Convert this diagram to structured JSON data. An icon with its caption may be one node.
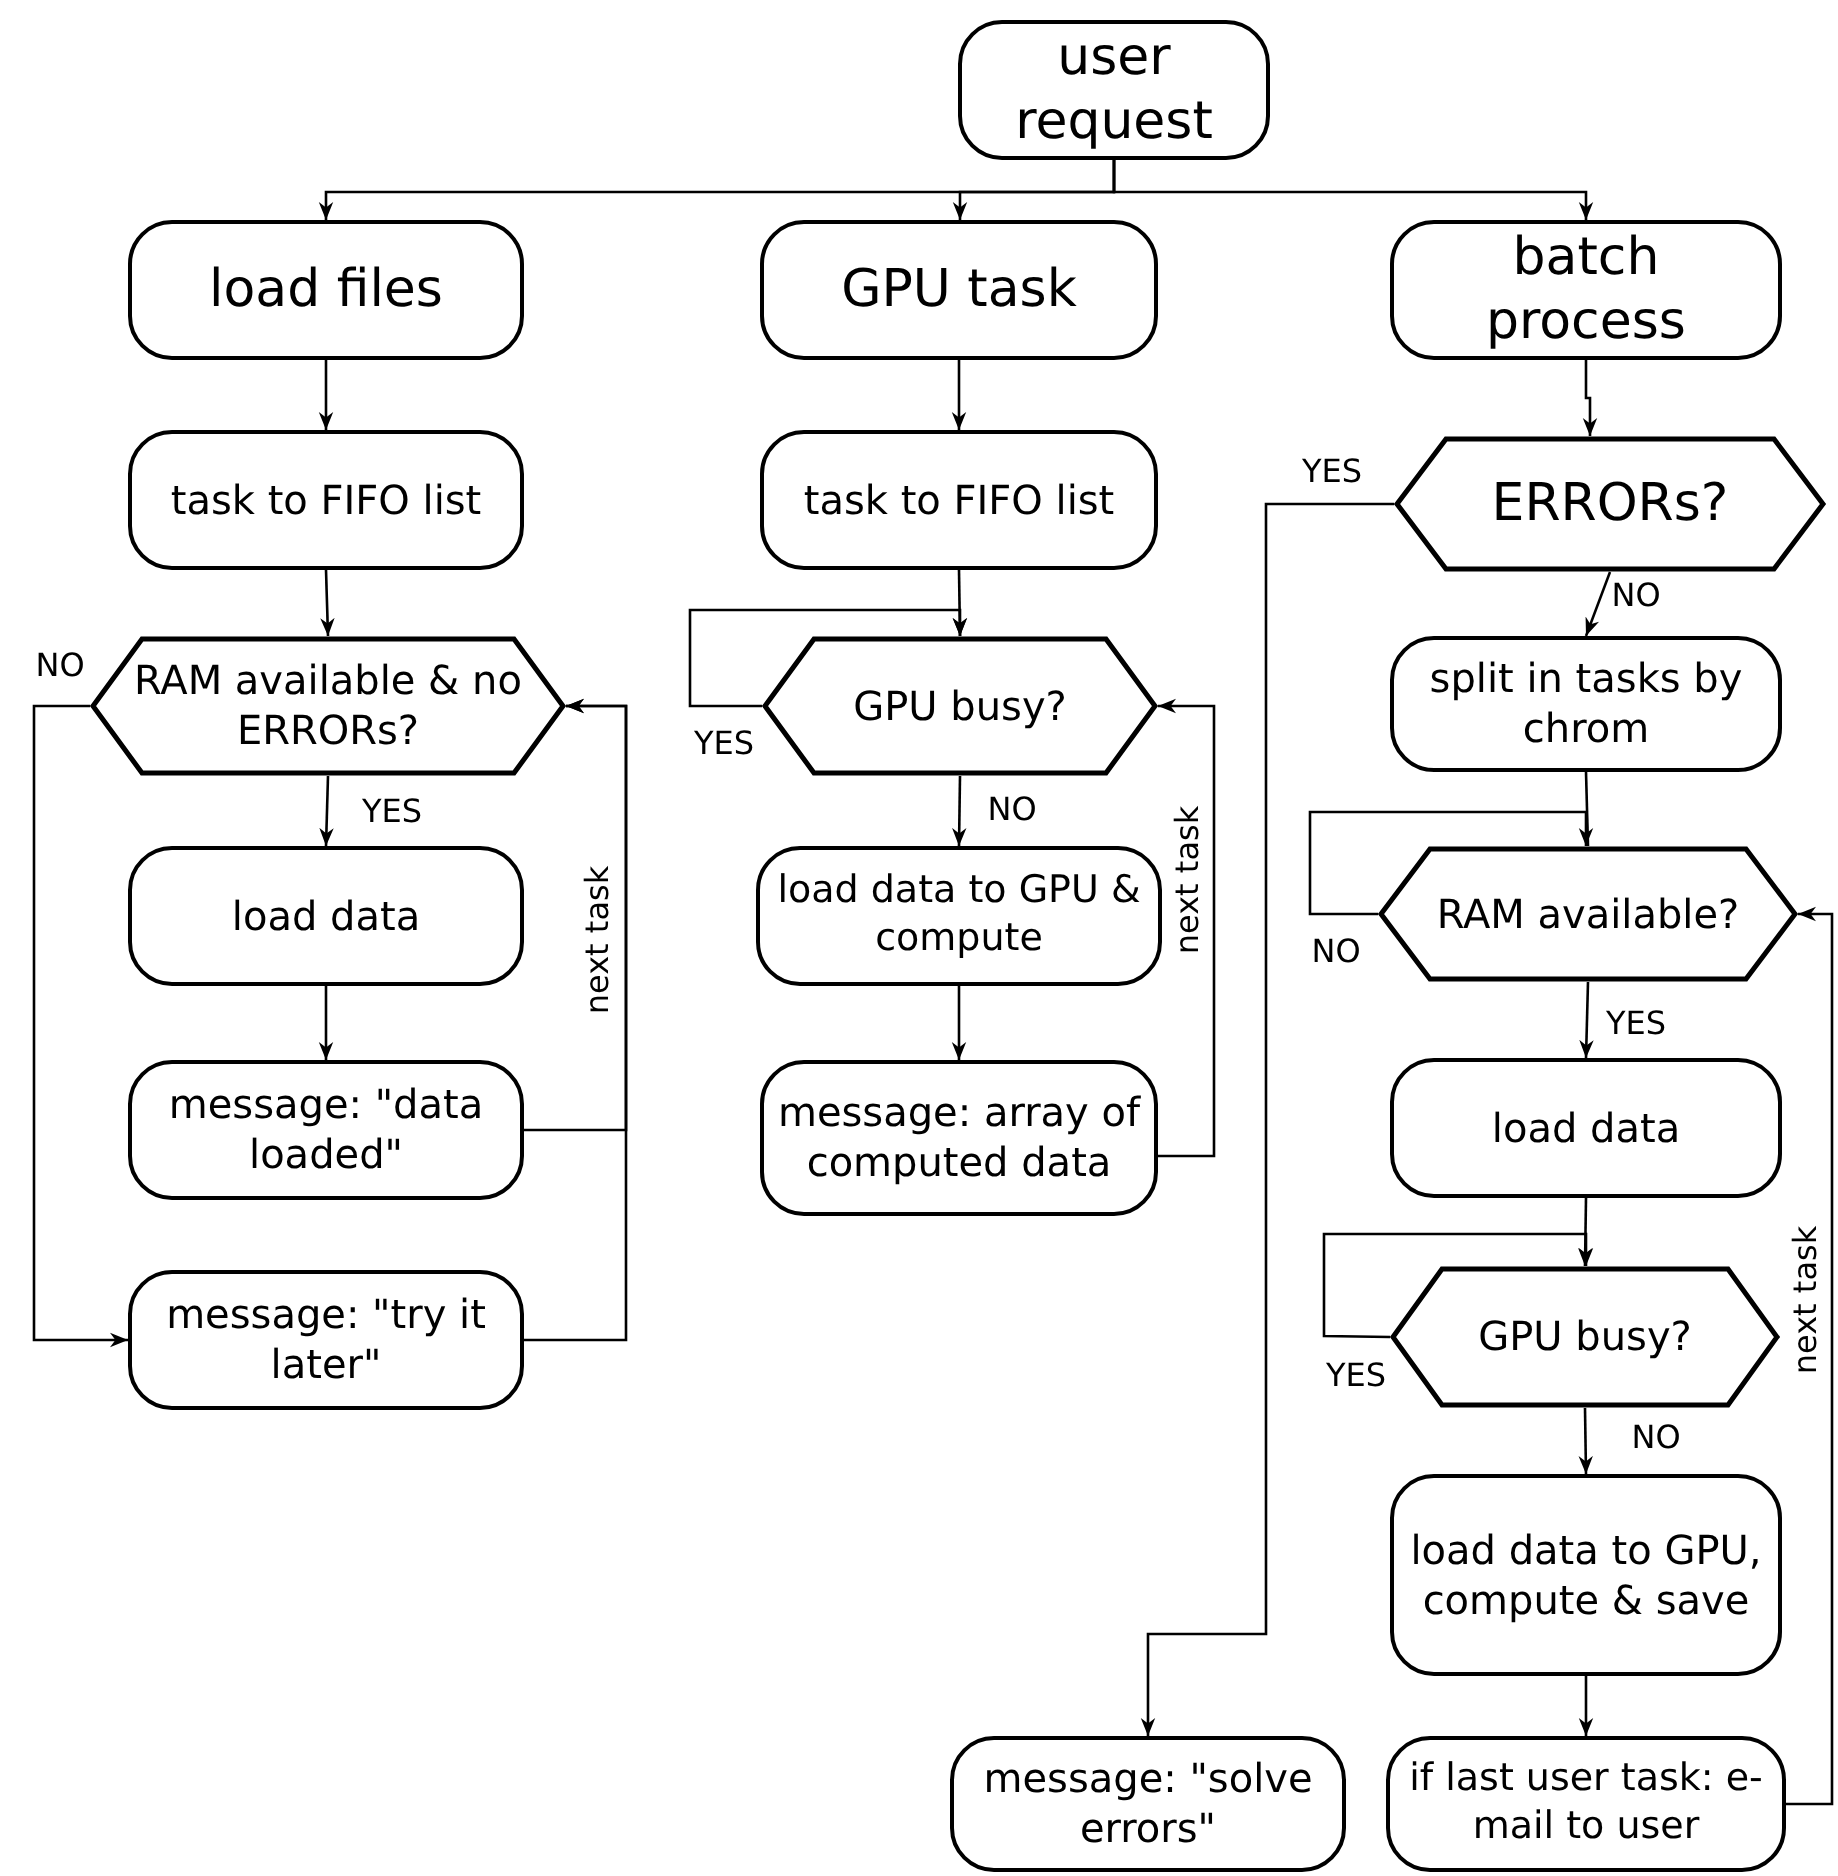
{
  "diagram": {
    "nodes": [
      {
        "text": [
          "user request"
        ]
      },
      {
        "text": [
          "load files"
        ]
      },
      {
        "text": [
          "GPU task"
        ]
      },
      {
        "text": [
          "batch process"
        ]
      },
      {
        "text": [
          "task to FIFO list"
        ]
      },
      {
        "text": [
          "task to FIFO list"
        ]
      },
      {
        "text": [
          "ERRORs?"
        ]
      },
      {
        "text": [
          "RAM available & no ERRORs?"
        ]
      },
      {
        "text": [
          "GPU busy?"
        ]
      },
      {
        "text": [
          "split in tasks by chrom"
        ]
      },
      {
        "text": [
          "load data"
        ]
      },
      {
        "text": [
          "load data to GPU & compute"
        ]
      },
      {
        "text": [
          "RAM available?"
        ]
      },
      {
        "text": [
          "message: \"data loaded\""
        ]
      },
      {
        "text": [
          "message: array of computed data"
        ]
      },
      {
        "text": [
          "load data"
        ]
      },
      {
        "text": [
          "message: \"try it later\""
        ]
      },
      {
        "text": [
          "GPU busy?"
        ]
      },
      {
        "text": [
          "load data to GPU, compute & save"
        ]
      },
      {
        "text": [
          "message: \"solve errors\""
        ]
      },
      {
        "text": [
          "if last user task: e-mail to user"
        ]
      }
    ],
    "edges": [
      {
        "from": 0,
        "to": 1,
        "arrow": "to"
      },
      {
        "from": 0,
        "to": 2,
        "arrow": "to"
      },
      {
        "from": 0,
        "to": 3,
        "arrow": "to"
      },
      {
        "from": 1,
        "to": 4,
        "arrow": "to"
      },
      {
        "from": 4,
        "to": 7,
        "arrow": "to"
      },
      {
        "from": 7,
        "to": 10,
        "arrow": "to",
        "label": "YES"
      },
      {
        "from": 7,
        "to": 16,
        "arrow": "to",
        "label": "NO"
      },
      {
        "from": 10,
        "to": 13,
        "arrow": "to"
      },
      {
        "from": 13,
        "to": 7,
        "arrow": "to",
        "label": "next task"
      },
      {
        "from": 16,
        "to": 7,
        "arrow": "to"
      },
      {
        "from": 2,
        "to": 5,
        "arrow": "to"
      },
      {
        "from": 5,
        "to": 8,
        "arrow": "to"
      },
      {
        "from": 8,
        "to": 8,
        "arrow": "to",
        "label": "YES"
      },
      {
        "from": 8,
        "to": 11,
        "arrow": "to",
        "label": "NO"
      },
      {
        "from": 11,
        "to": 14,
        "arrow": "to"
      },
      {
        "from": 14,
        "to": 8,
        "arrow": "to",
        "label": "next task"
      },
      {
        "from": 3,
        "to": 6,
        "arrow": "to"
      },
      {
        "from": 6,
        "to": 9,
        "arrow": "to",
        "label": "NO"
      },
      {
        "from": 6,
        "to": 19,
        "arrow": "to",
        "label": "YES"
      },
      {
        "from": 9,
        "to": 12,
        "arrow": "none"
      },
      {
        "from": 12,
        "to": 12,
        "arrow": "to",
        "label": "NO"
      },
      {
        "from": 12,
        "to": 15,
        "arrow": "to",
        "label": "YES"
      },
      {
        "from": 15,
        "to": 17,
        "arrow": "to"
      },
      {
        "from": 17,
        "to": 17,
        "arrow": "to",
        "label": "YES"
      },
      {
        "from": 17,
        "to": 18,
        "arrow": "to",
        "label": "NO"
      },
      {
        "from": 18,
        "to": 20,
        "arrow": "to"
      },
      {
        "from": 20,
        "to": 12,
        "arrow": "to",
        "label": "next task"
      }
    ]
  }
}
